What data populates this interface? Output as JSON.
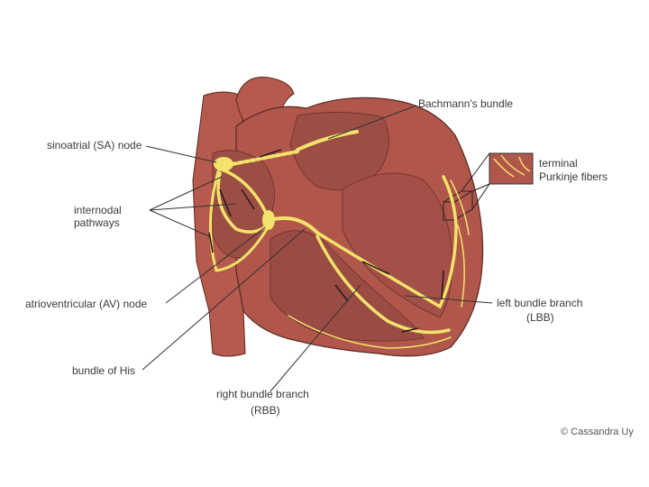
{
  "labels": {
    "bachmann": "Bachmann's bundle",
    "sa_node": "sinoatrial (SA) node",
    "internodal": [
      "internodal",
      "pathways"
    ],
    "av_node": "atrioventricular (AV) node",
    "bundle_his": "bundle of His",
    "rbb": [
      "right bundle branch",
      "(RBB)"
    ],
    "lbb": [
      "left bundle branch",
      "(LBB)"
    ],
    "purkinje": [
      "terminal",
      "Purkinje fibers"
    ]
  },
  "credit": "© Cassandra Uy",
  "colors": {
    "muscle": "#b0564a",
    "muscle_dark": "#8f4138",
    "chamber": "#a4534a",
    "outline": "#5a2a24",
    "conduction": "#f3e26b",
    "arrow": "#2a1c1a",
    "leader": "#333333"
  }
}
